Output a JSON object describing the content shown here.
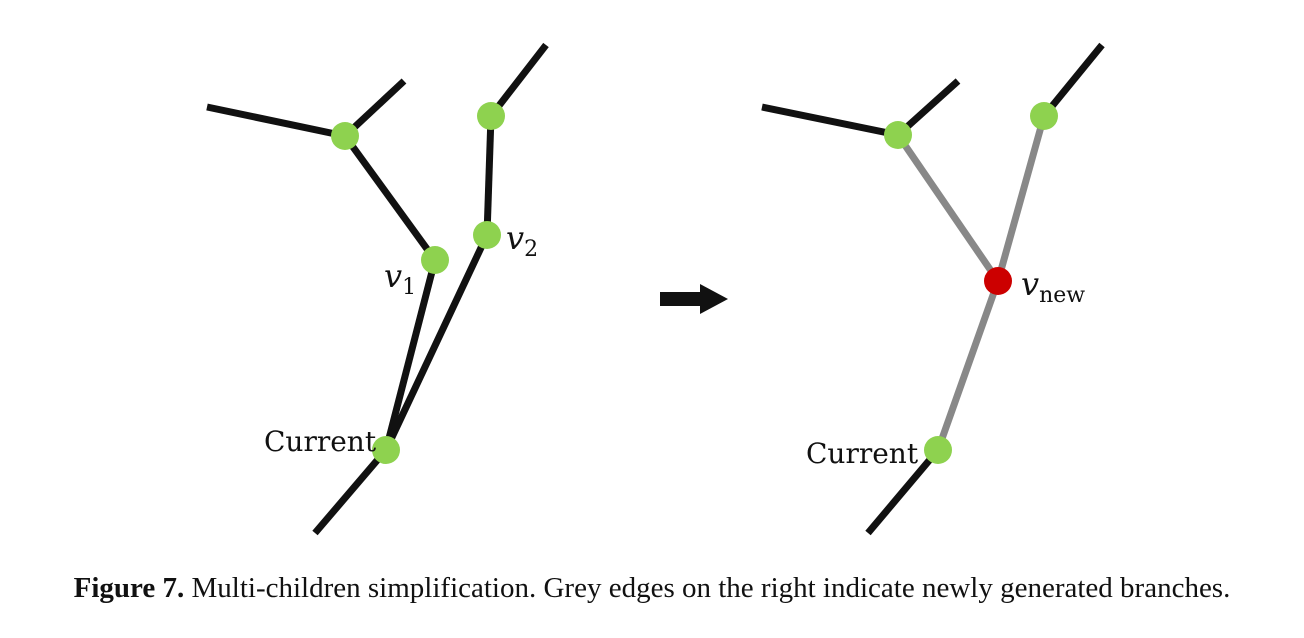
{
  "left_panel": {
    "v1_label": "v",
    "v1_sub": "1",
    "v2_label": "v",
    "v2_sub": "2",
    "current_label": "Current"
  },
  "right_panel": {
    "vnew_label": "v",
    "vnew_sub": "new",
    "current_label": "Current"
  },
  "caption": {
    "figure_label": "Figure 7.",
    "text": "Multi-children simplification. Grey edges on the right indicate newly generated branches."
  },
  "colors": {
    "edge": "#111111",
    "new_edge": "#888888",
    "node": "#8ed24f",
    "new_node": "#cc0000"
  }
}
